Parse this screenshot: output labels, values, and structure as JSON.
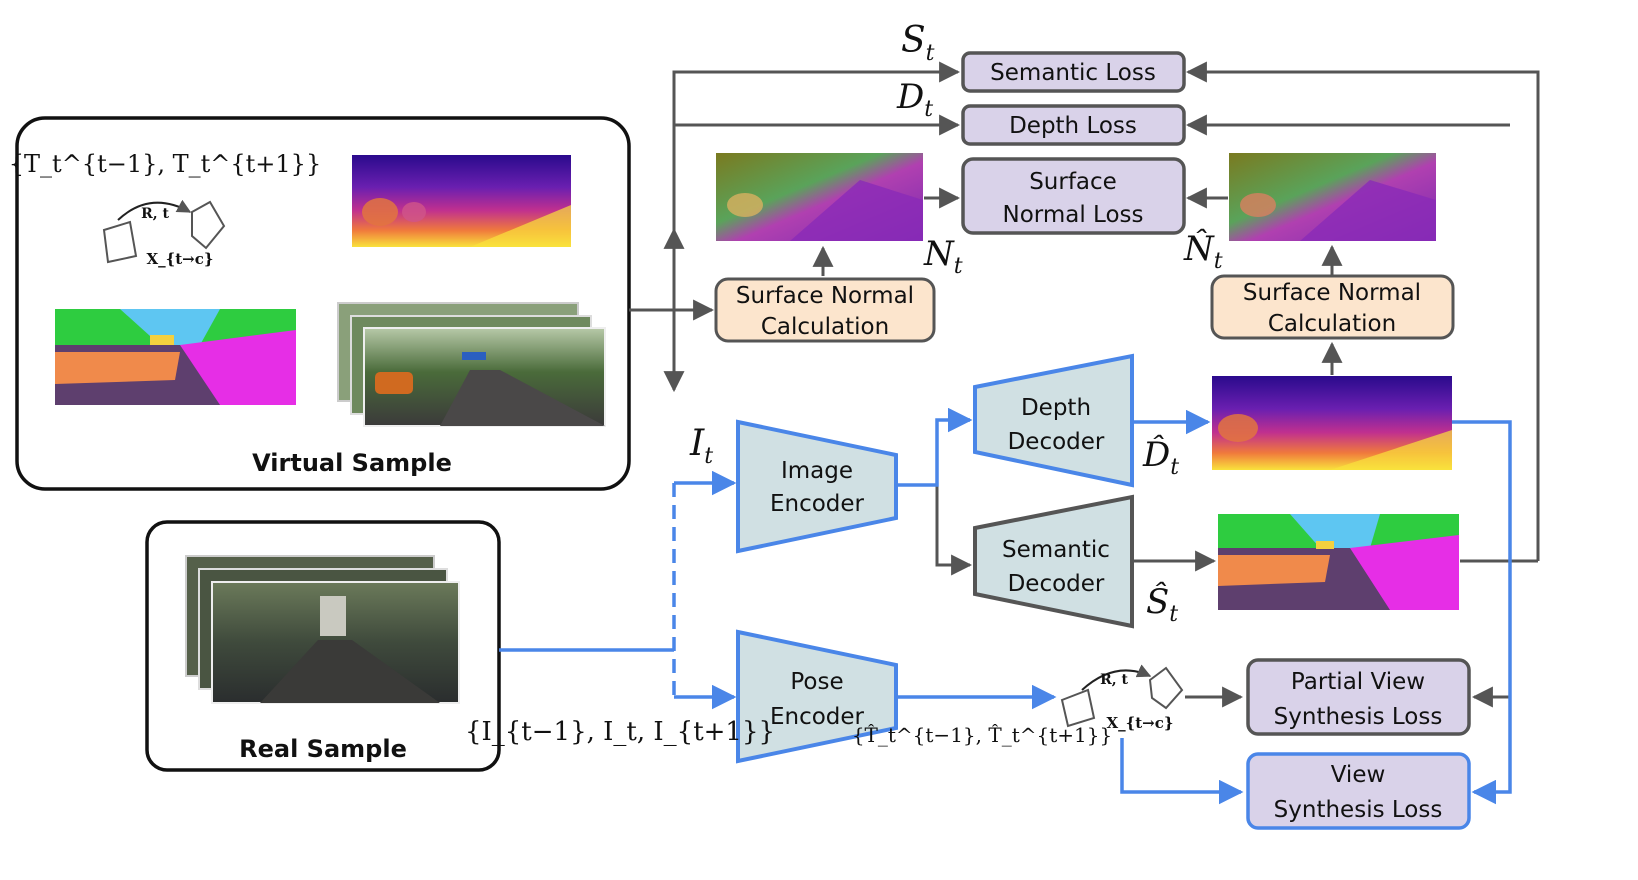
{
  "colors": {
    "accent_blue": "#4a86e8",
    "arrow_gray": "#555555",
    "loss_fill": "#d9d2e9",
    "calc_fill": "#fce5cd",
    "module_fill": "#d0e0e3"
  },
  "virtual_sample": {
    "label": "Virtual Sample",
    "pose_set": "{T_t^{t−1}, T_t^{t+1}}",
    "rt": "R, t",
    "x_transform": "X_{t→c}"
  },
  "real_sample": {
    "label": "Real Sample"
  },
  "encoders": {
    "image": {
      "line1": "Image",
      "line2": "Encoder"
    },
    "pose": {
      "line1": "Pose",
      "line2": "Encoder"
    }
  },
  "decoders": {
    "depth": {
      "line1": "Depth",
      "line2": "Decoder"
    },
    "semantic": {
      "line1": "Semantic",
      "line2": "Decoder"
    }
  },
  "losses": {
    "semantic": "Semantic Loss",
    "depth": "Depth Loss",
    "surface_normal": {
      "line1": "Surface",
      "line2": "Normal Loss"
    },
    "partial_view": {
      "line1": "Partial View",
      "line2": "Synthesis Loss"
    },
    "view_synthesis": {
      "line1": "View",
      "line2": "Synthesis Loss"
    }
  },
  "calc": {
    "line1": "Surface Normal",
    "line2": "Calculation"
  },
  "math_labels": {
    "S_t": "S",
    "D_t": "D",
    "N_t": "N",
    "N_hat_t": "N̂",
    "I_t": "I",
    "D_hat_t": "D̂",
    "S_hat_t": "Ŝ",
    "sub_t": "t",
    "frames": "{I_{t−1}, I_t, I_{t+1}}",
    "pred_pose": "{T̂_t^{t−1}, T̂_t^{t+1}}",
    "rt2": "R, t",
    "x_transform2": "X_{t→c}"
  }
}
